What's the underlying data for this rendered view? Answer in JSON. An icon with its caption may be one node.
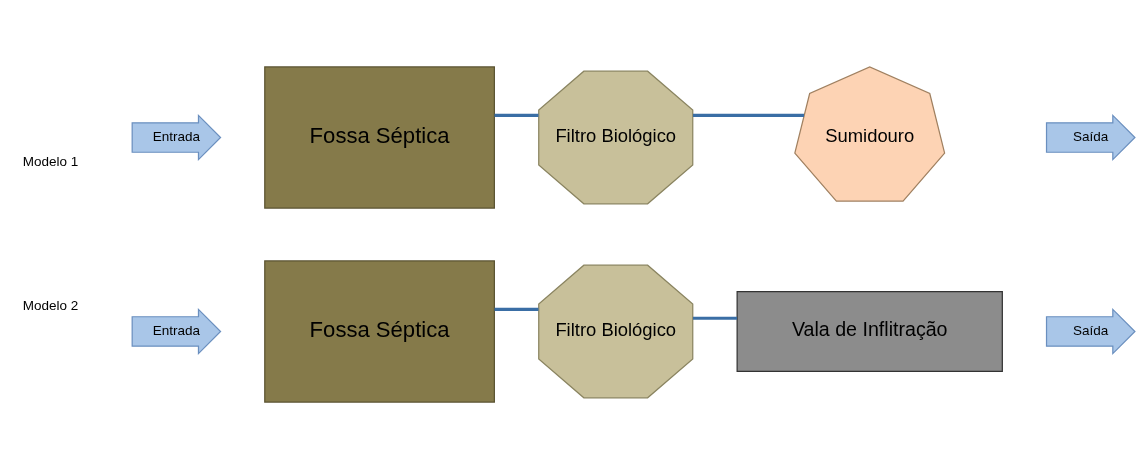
{
  "diagram": {
    "nodes": [
      {
        "text": [
          "Entrada"
        ]
      },
      {
        "text": [
          "Fossa Séptica"
        ]
      },
      {
        "text": [
          "Filtro Biológico"
        ]
      },
      {
        "text": [
          "Sumidouro"
        ]
      },
      {
        "text": [
          "Saída"
        ]
      },
      {
        "text": [
          "Entrada"
        ]
      },
      {
        "text": [
          "Fossa Séptica"
        ]
      },
      {
        "text": [
          "Filtro Biológico"
        ]
      },
      {
        "text": [
          "Vala de Inflitração"
        ]
      },
      {
        "text": [
          "Saída"
        ]
      }
    ],
    "edges": [
      {
        "from": 1,
        "to": 2,
        "arrow": "none"
      },
      {
        "from": 2,
        "to": 3,
        "arrow": "none"
      },
      {
        "from": 6,
        "to": 7,
        "arrow": "none"
      },
      {
        "from": 7,
        "to": 8,
        "arrow": "none"
      }
    ],
    "labels": [
      "Modelo 1",
      "Modelo 2"
    ]
  }
}
